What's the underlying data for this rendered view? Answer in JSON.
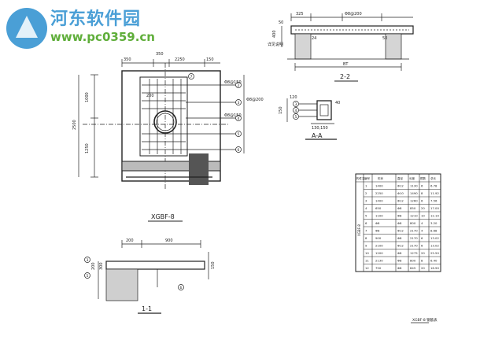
{
  "watermark": {
    "name": "河东软件园",
    "url": "www.pc0359.cn",
    "color_blue": "#4a9fd6",
    "color_green": "#5fae3a"
  },
  "plan": {
    "label": "XGBF-8",
    "dims_top": [
      "350",
      "350",
      "2250",
      "150"
    ],
    "dims_left": [
      "1000",
      "2500",
      "1250"
    ],
    "labels_right": [
      "Φ8@150",
      "Φ8@200",
      "Φ8@150"
    ],
    "label_inner": "200",
    "circles": [
      "2",
      "3",
      "4",
      "5",
      "6",
      "7"
    ]
  },
  "section_22": {
    "title": "2-2",
    "dims_top": [
      "325",
      "Φ8@200",
      "50"
    ],
    "dims_side": [
      "24",
      "50",
      "400"
    ],
    "bottom": "BT",
    "note": "详见说明"
  },
  "section_aa": {
    "title": "A-A",
    "dims": [
      "120",
      "40",
      "150",
      "130,150"
    ],
    "circles": [
      "3",
      "4",
      "5"
    ]
  },
  "section_11": {
    "title": "1-1",
    "dims_top": [
      "200",
      "900"
    ],
    "dims_side": [
      "200",
      "300",
      "150"
    ],
    "circles": [
      "3",
      "5",
      "6"
    ]
  },
  "table": {
    "headers": [
      "构件名",
      "编号",
      "形状",
      "直径",
      "长度",
      "根数",
      "总长"
    ],
    "member": "XGBF-8",
    "rows": [
      [
        "1",
        "1400",
        "Φ12",
        "1130",
        "6",
        "6.78"
      ],
      [
        "2",
        "2250",
        "Φ10",
        "1490",
        "8",
        "11.92"
      ],
      [
        "3",
        "1400",
        "Φ12",
        "1260",
        "6",
        "7.56"
      ],
      [
        "4",
        "650",
        "Φ8",
        "850",
        "20",
        "17.00"
      ],
      [
        "5",
        "1100",
        "Φ8",
        "1210",
        "10",
        "12.10"
      ],
      [
        "6",
        "Φ8",
        "Φ8",
        "800",
        "4",
        "3.20"
      ],
      [
        "7",
        "Φ8",
        "Φ12",
        "2170",
        "4",
        "8.68"
      ],
      [
        "8",
        "900",
        "Φ8",
        "2170",
        "6",
        "13.02"
      ],
      [
        "9",
        "2100",
        "Φ12",
        "2170",
        "6",
        "13.02"
      ],
      [
        "10",
        "1200",
        "Φ8",
        "1275",
        "20",
        "25.50"
      ],
      [
        "11",
        "2130",
        "Φ8",
        "800",
        "8",
        "6.40"
      ],
      [
        "12",
        "750",
        "Φ8",
        "845",
        "20",
        "16.90"
      ]
    ],
    "footer": "XGBF-8 钢筋表"
  }
}
